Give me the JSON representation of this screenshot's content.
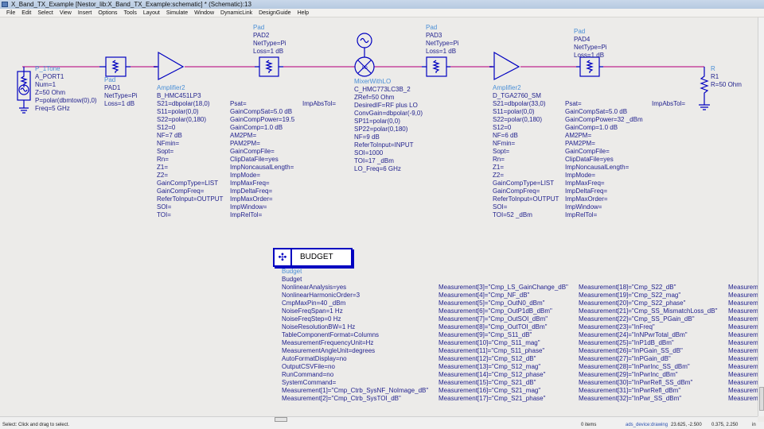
{
  "window": {
    "title": "X_Band_TX_Example [Nestor_lib:X_Band_TX_Example:schematic] * (Schematic):13"
  },
  "menu": [
    "File",
    "Edit",
    "Select",
    "View",
    "Insert",
    "Options",
    "Tools",
    "Layout",
    "Simulate",
    "Window",
    "DynamicLink",
    "DesignGuide",
    "Help"
  ],
  "colors": {
    "wire": "#d070b0",
    "symbol": "#0000c0",
    "param_text": "#23238e",
    "component_type": "#4a8fd6",
    "background": "#ecebe9"
  },
  "components": {
    "port": {
      "type": "P_1Tone",
      "params": [
        "A_PORT1",
        "Num=1",
        "Z=50 Ohm",
        "P=polar(dbmtow(0),0)",
        "Freq=5 GHz"
      ]
    },
    "pad1": {
      "type": "Pad",
      "params": [
        "PAD1",
        "NetType=Pi",
        "Loss=1 dB"
      ]
    },
    "amp1": {
      "type": "Amplifier2",
      "params": [
        "B_HMC451LP3",
        "S21=dbpolar(18,0)",
        "S11=polar(0,0)",
        "S22=polar(0,180)",
        "S12=0",
        "NF=7 dB",
        "NFmin=",
        "Sopt=",
        "Rn=",
        "Z1=",
        "Z2=",
        "GainCompType=LIST",
        "GainCompFreq=",
        "ReferToInput=OUTPUT",
        "SOI=",
        "TOI="
      ],
      "params2": [
        "Psat=",
        "GainCompSat=5.0 dB",
        "GainCompPower=19.5",
        "GainComp=1.0 dB",
        "AM2PM=",
        "PAM2PM=",
        "GainCompFile=",
        "ClipDataFile=yes",
        "ImpNoncausalLength=",
        "ImpMode=",
        "ImpMaxFreq=",
        "ImpDeltaFreq=",
        "ImpMaxOrder=",
        "ImpWindow=",
        "ImpRelTol="
      ],
      "params3": [
        "ImpAbsTol="
      ]
    },
    "pad2": {
      "type": "Pad",
      "params": [
        "PAD2",
        "NetType=Pi",
        "Loss=1 dB"
      ]
    },
    "mixer": {
      "type": "MixerWithLO",
      "lo_label": "LO",
      "params": [
        "C_HMC773LC3B_2",
        "ZRef=50 Ohm",
        "DesiredIF=RF plus LO",
        "ConvGain=dbpolar(-9,0)",
        "SP11=polar(0,0)",
        "SP22=polar(0,180)",
        "NF=9 dB",
        "ReferToInput=INPUT",
        "SOI=1000",
        "TOI=17 _dBm",
        "LO_Freq=6 GHz"
      ]
    },
    "pad3": {
      "type": "Pad",
      "params": [
        "PAD3",
        "NetType=Pi",
        "Loss=1 dB"
      ]
    },
    "amp2": {
      "type": "Amplifier2",
      "params": [
        "D_TGA2760_SM",
        "S21=dbpolar(33,0)",
        "S11=polar(0,0)",
        "S22=polar(0,180)",
        "S12=0",
        "NF=6 dB",
        "NFmin=",
        "Sopt=",
        "Rn=",
        "Z1=",
        "Z2=",
        "GainCompType=LIST",
        "GainCompFreq=",
        "ReferToInput=OUTPUT",
        "SOI=",
        "TOI=52 _dBm"
      ],
      "params2": [
        "Psat=",
        "GainCompSat=5.0 dB",
        "GainCompPower=32 _dBm",
        "GainComp=1.0 dB",
        "AM2PM=",
        "PAM2PM=",
        "GainCompFile=",
        "ClipDataFile=yes",
        "ImpNoncausalLength=",
        "ImpMode=",
        "ImpMaxFreq=",
        "ImpDeltaFreq=",
        "ImpMaxOrder=",
        "ImpWindow=",
        "ImpRelTol="
      ],
      "params3": [
        "ImpAbsTol="
      ]
    },
    "pad4": {
      "type": "Pad",
      "params": [
        "PAD4",
        "NetType=Pi",
        "Loss=1 dB"
      ]
    },
    "r1": {
      "type": "R",
      "params": [
        "R1",
        "R=50 Ohm"
      ]
    }
  },
  "budget": {
    "button_label": "BUDGET",
    "type": "Budget",
    "col1": [
      "Budget",
      "NonlinearAnalysis=yes",
      "NonlinearHarmonicOrder=3",
      "CmpMaxPin=40 _dBm",
      "NoiseFreqSpan=1 Hz",
      "NoiseFreqStep=0 Hz",
      "NoiseResolutionBW=1 Hz",
      "TableComponentFormat=Columns",
      "MeasurementFrequencyUnit=Hz",
      "MeasurementAngleUnit=degrees",
      "AutoFormatDisplay=no",
      "OutputCSVFile=no",
      "RunCommand=no",
      "SystemCommand=",
      "Measurement[1]=\"Cmp_Ctrb_SysNF_NoImage_dB\"",
      "Measurement[2]=\"Cmp_Ctrb_SysTOI_dB\""
    ],
    "col2": [
      "Measurement[3]=\"Cmp_LS_GainChange_dB\"",
      "Measurement[4]=\"Cmp_NF_dB\"",
      "Measurement[5]=\"Cmp_OutN0_dBm\"",
      "Measurement[6]=\"Cmp_OutP1dB_dBm\"",
      "Measurement[7]=\"Cmp_OutSOI_dBm\"",
      "Measurement[8]=\"Cmp_OutTOI_dBm\"",
      "Measurement[9]=\"Cmp_S11_dB\"",
      "Measurement[10]=\"Cmp_S11_mag\"",
      "Measurement[11]=\"Cmp_S11_phase\"",
      "Measurement[12]=\"Cmp_S12_dB\"",
      "Measurement[13]=\"Cmp_S12_mag\"",
      "Measurement[14]=\"Cmp_S12_phase\"",
      "Measurement[15]=\"Cmp_S21_dB\"",
      "Measurement[16]=\"Cmp_S21_mag\"",
      "Measurement[17]=\"Cmp_S21_phase\""
    ],
    "col3": [
      "Measurement[18]=\"Cmp_S22_dB\"",
      "Measurement[19]=\"Cmp_S22_mag\"",
      "Measurement[20]=\"Cmp_S22_phase\"",
      "Measurement[21]=\"Cmp_SS_MismatchLoss_dB\"",
      "Measurement[22]=\"Cmp_SS_PGain_dB\"",
      "Measurement[23]=\"InFreq\"",
      "Measurement[24]=\"InNPwrTotal_dBm\"",
      "Measurement[25]=\"InP1dB_dBm\"",
      "Measurement[26]=\"InPGain_SS_dB\"",
      "Measurement[27]=\"InPGain_dB\"",
      "Measurement[28]=\"InPwrInc_SS_dBm\"",
      "Measurement[29]=\"InPwrInc_dBm\"",
      "Measurement[30]=\"InPwrRefl_SS_dBm\"",
      "Measurement[31]=\"InPwrRefl_dBm\"",
      "Measurement[32]=\"InPwr_SS_dBm\""
    ],
    "col4": [
      "Measurem",
      "Measurem",
      "Measurem",
      "Measurem",
      "Measurem",
      "Measurem",
      "Measurem",
      "Measurem",
      "Measurem",
      "Measurem",
      "Measurem",
      "Measurem",
      "Measurem",
      "Measurem",
      "Measurem"
    ]
  },
  "status": {
    "message": "Select: Click and drag to select.",
    "items": "0 items",
    "context": "ads_device:drawing",
    "coords1": "23.625, -2.500",
    "coords2": "0.375, 2.250",
    "units": "in"
  }
}
